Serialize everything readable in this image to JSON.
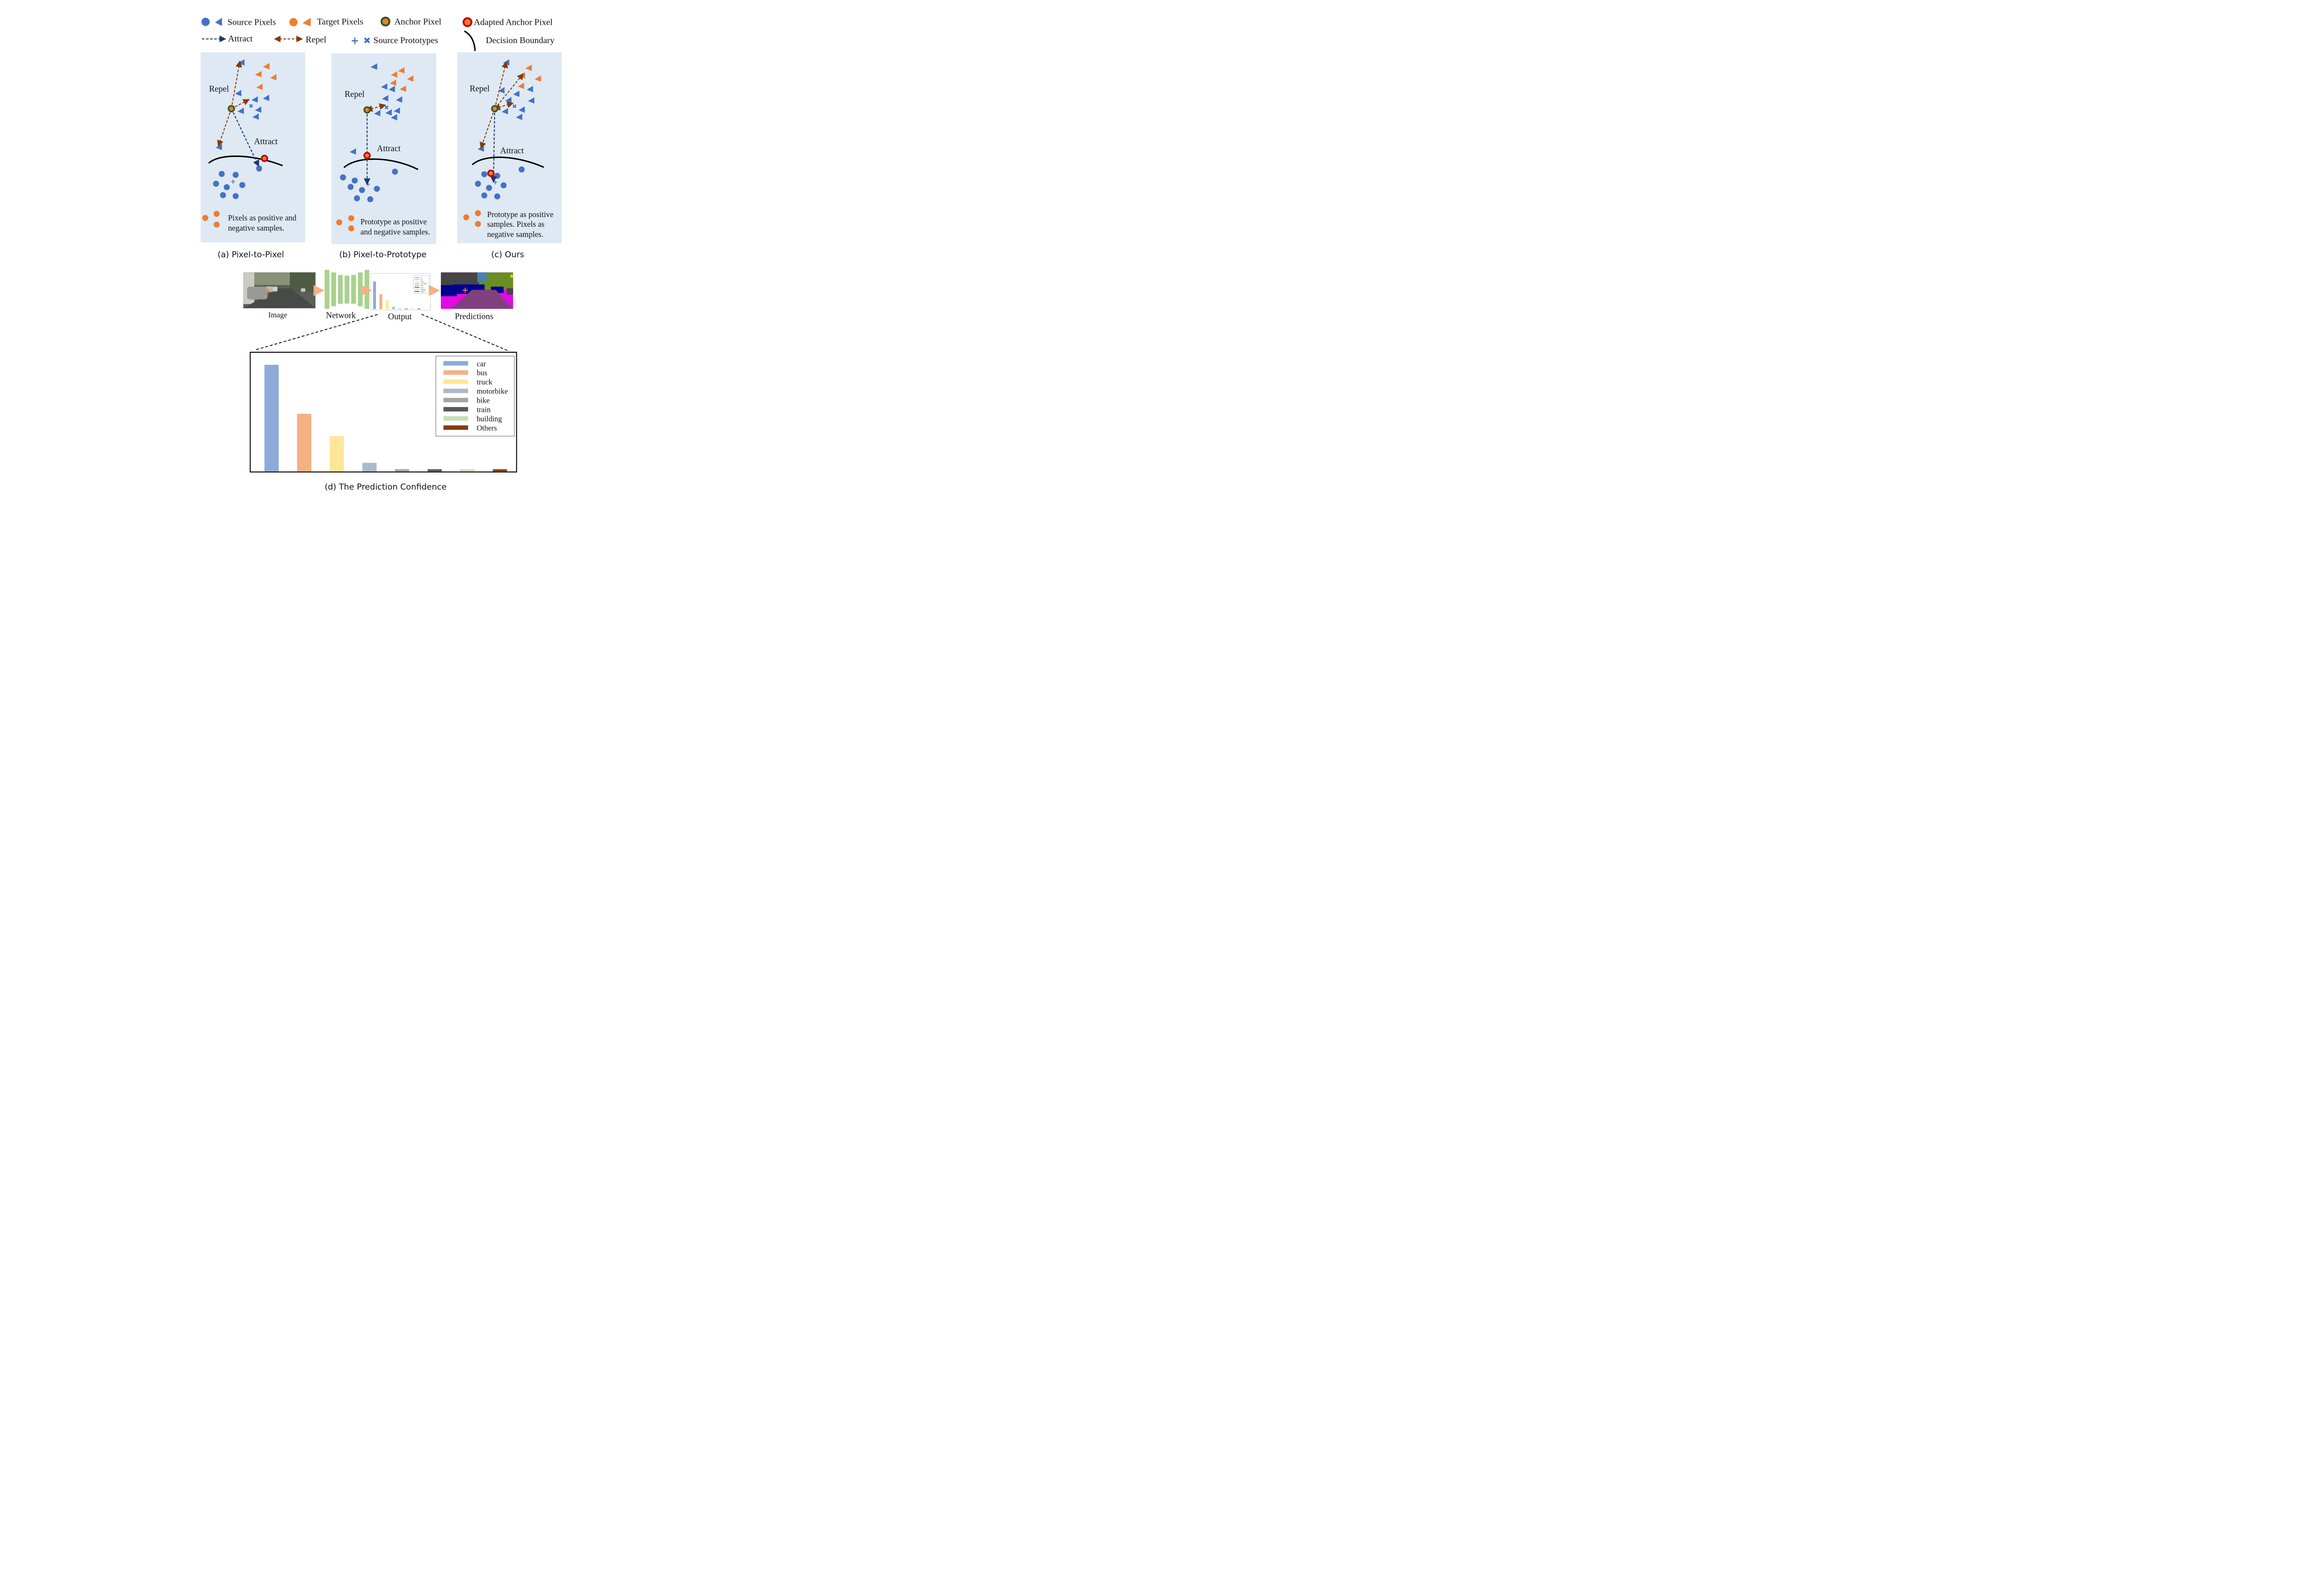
{
  "legend": {
    "source_pixels": "Source Pixels",
    "target_pixels": "Target Pixels",
    "anchor_pixel": "Anchor Pixel",
    "adapted_anchor_pixel": "Adapted Anchor Pixel",
    "attract": "Attract",
    "repel": "Repel",
    "source_prototypes": "Source Prototypes",
    "decision_boundary": "Decision Boundary"
  },
  "colors": {
    "panel_bg": "#dee9f4",
    "source_blue": "#4472c4",
    "target_orange": "#ed7d31",
    "anchor_ring": "#385723",
    "adapted_ring": "#c00000",
    "attract_line": "#1f3864",
    "repel_line": "#843c0c"
  },
  "panels": [
    {
      "repel": "Repel",
      "attract": "Attract",
      "note_line1": "Pixels as positive and",
      "note_line2": "negative samples.",
      "caption": "(a) Pixel-to-Pixel"
    },
    {
      "repel": "Repel",
      "attract": "Attract",
      "note_line1": "Prototype as positive",
      "note_line2": "and negative samples.",
      "caption": "(b) Pixel-to-Prototype"
    },
    {
      "repel": "Repel",
      "attract": "Attract",
      "note_line1": "Prototype as positive",
      "note_line2": "samples. Pixels as",
      "note_line3": "negative samples.",
      "caption": "(c) Ours"
    }
  ],
  "pipeline": {
    "image": "Image",
    "network": "Network",
    "output": "Output",
    "predictions": "Predictions"
  },
  "chart_data": {
    "type": "bar",
    "title": "(d) The Prediction Confidence",
    "categories": [
      "car",
      "bus",
      "truck",
      "motorbike",
      "bike",
      "train",
      "building",
      "Others"
    ],
    "values": [
      1.0,
      0.54,
      0.33,
      0.08,
      0.02,
      0.02,
      0.02,
      0.02
    ],
    "colors": [
      "#8eaadb",
      "#f4b183",
      "#ffe699",
      "#adb9ca",
      "#a5a5a5",
      "#595959",
      "#c5e0b4",
      "#843c0c"
    ],
    "ylim": [
      0,
      1.1
    ],
    "grid": false,
    "legend": "top-right",
    "xlabel": "",
    "ylabel": ""
  }
}
